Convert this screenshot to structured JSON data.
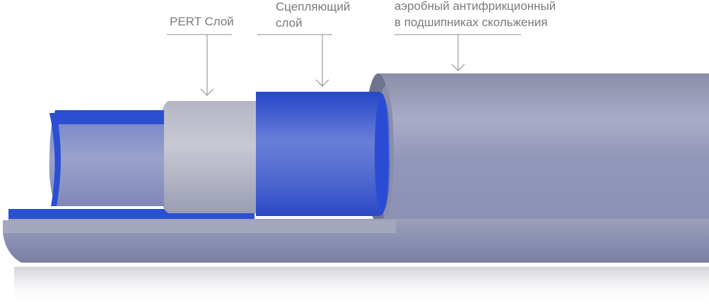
{
  "labels": {
    "pert": "PERT Слой",
    "adhesive_line1": "Сцепляющий",
    "adhesive_line2": "слой",
    "outer_line1": "аэробный антифрикционный",
    "outer_line2": "в подшипниках скольжения"
  },
  "colors": {
    "blue": "#2a4fd0",
    "gray": "#8e93b0",
    "label": "#7a7a7a"
  }
}
